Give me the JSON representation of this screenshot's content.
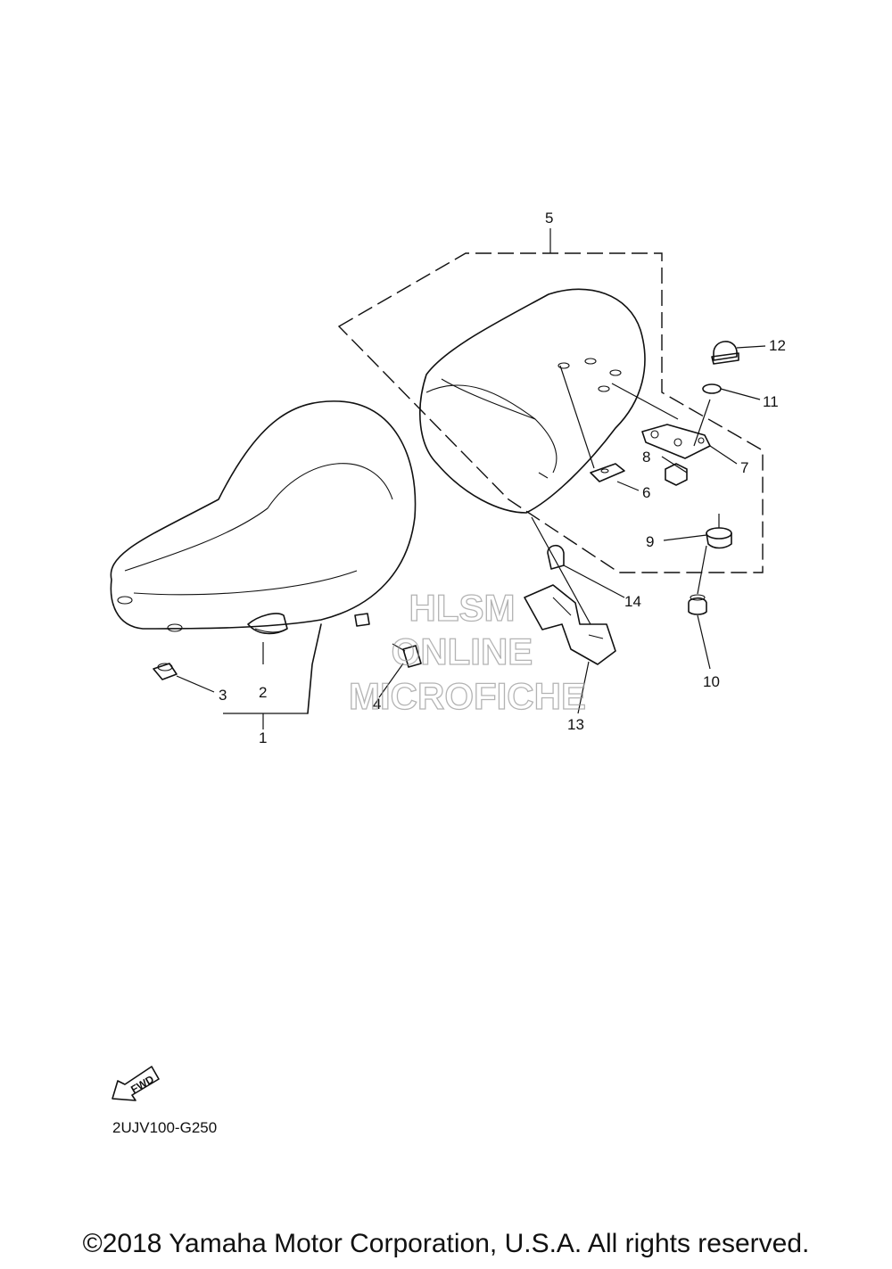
{
  "callouts": {
    "c1": "1",
    "c2": "2",
    "c3": "3",
    "c4": "4",
    "c5": "5",
    "c6": "6",
    "c7": "7",
    "c8": "8",
    "c9": "9",
    "c10": "10",
    "c11": "11",
    "c12": "12",
    "c13": "13",
    "c14": "14"
  },
  "watermark": {
    "line1": "HLSM",
    "line2": "ONLINE",
    "line3": "MICROFICHE"
  },
  "fwd_label": "FWD",
  "diagram_code": "2UJV100-G250",
  "copyright": "©2018 Yamaha Motor Corporation, U.S.A. All rights reserved."
}
